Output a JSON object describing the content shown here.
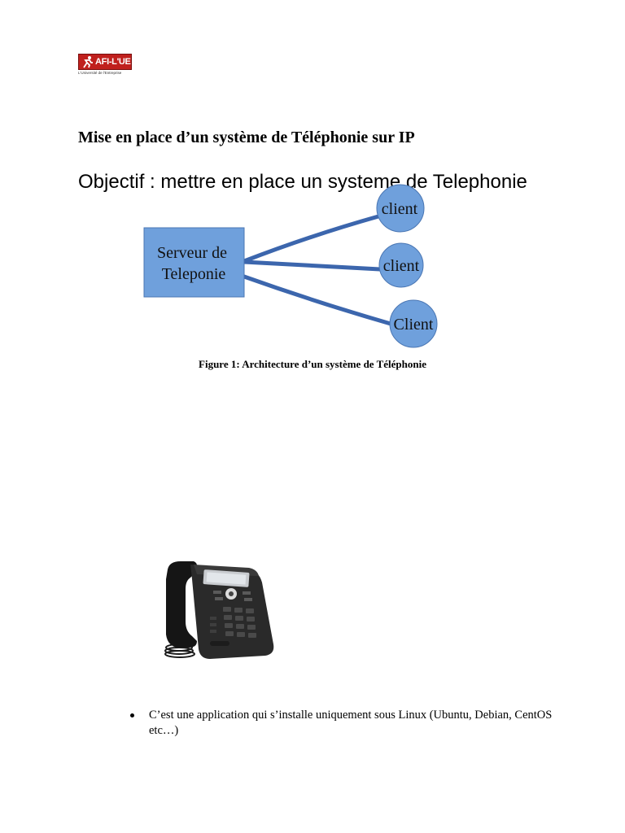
{
  "logo": {
    "brand": "AFI-L'UE",
    "tagline": "L'Université de l'Entreprise",
    "brand_color": "#c0201d"
  },
  "document": {
    "title": "Mise en place d’un système de Téléphonie sur IP"
  },
  "diagram": {
    "heading": "Objectif : mettre en place un systeme de Telephonie",
    "server_line1": "Serveur de",
    "server_line2": "Teleponie",
    "clients": [
      "client",
      "client",
      "Client"
    ],
    "node_fill": "#6fa0dc",
    "node_stroke": "#4a76b3",
    "connector_color": "#3c66ad"
  },
  "figure_caption": "Figure 1: Architecture d’un système de Téléphonie",
  "phone_image": {
    "icon": "ip-desk-phone-icon"
  },
  "bullets": [
    "C’est une application qui s’installe uniquement sous Linux (Ubuntu, Debian, CentOS etc…)"
  ]
}
